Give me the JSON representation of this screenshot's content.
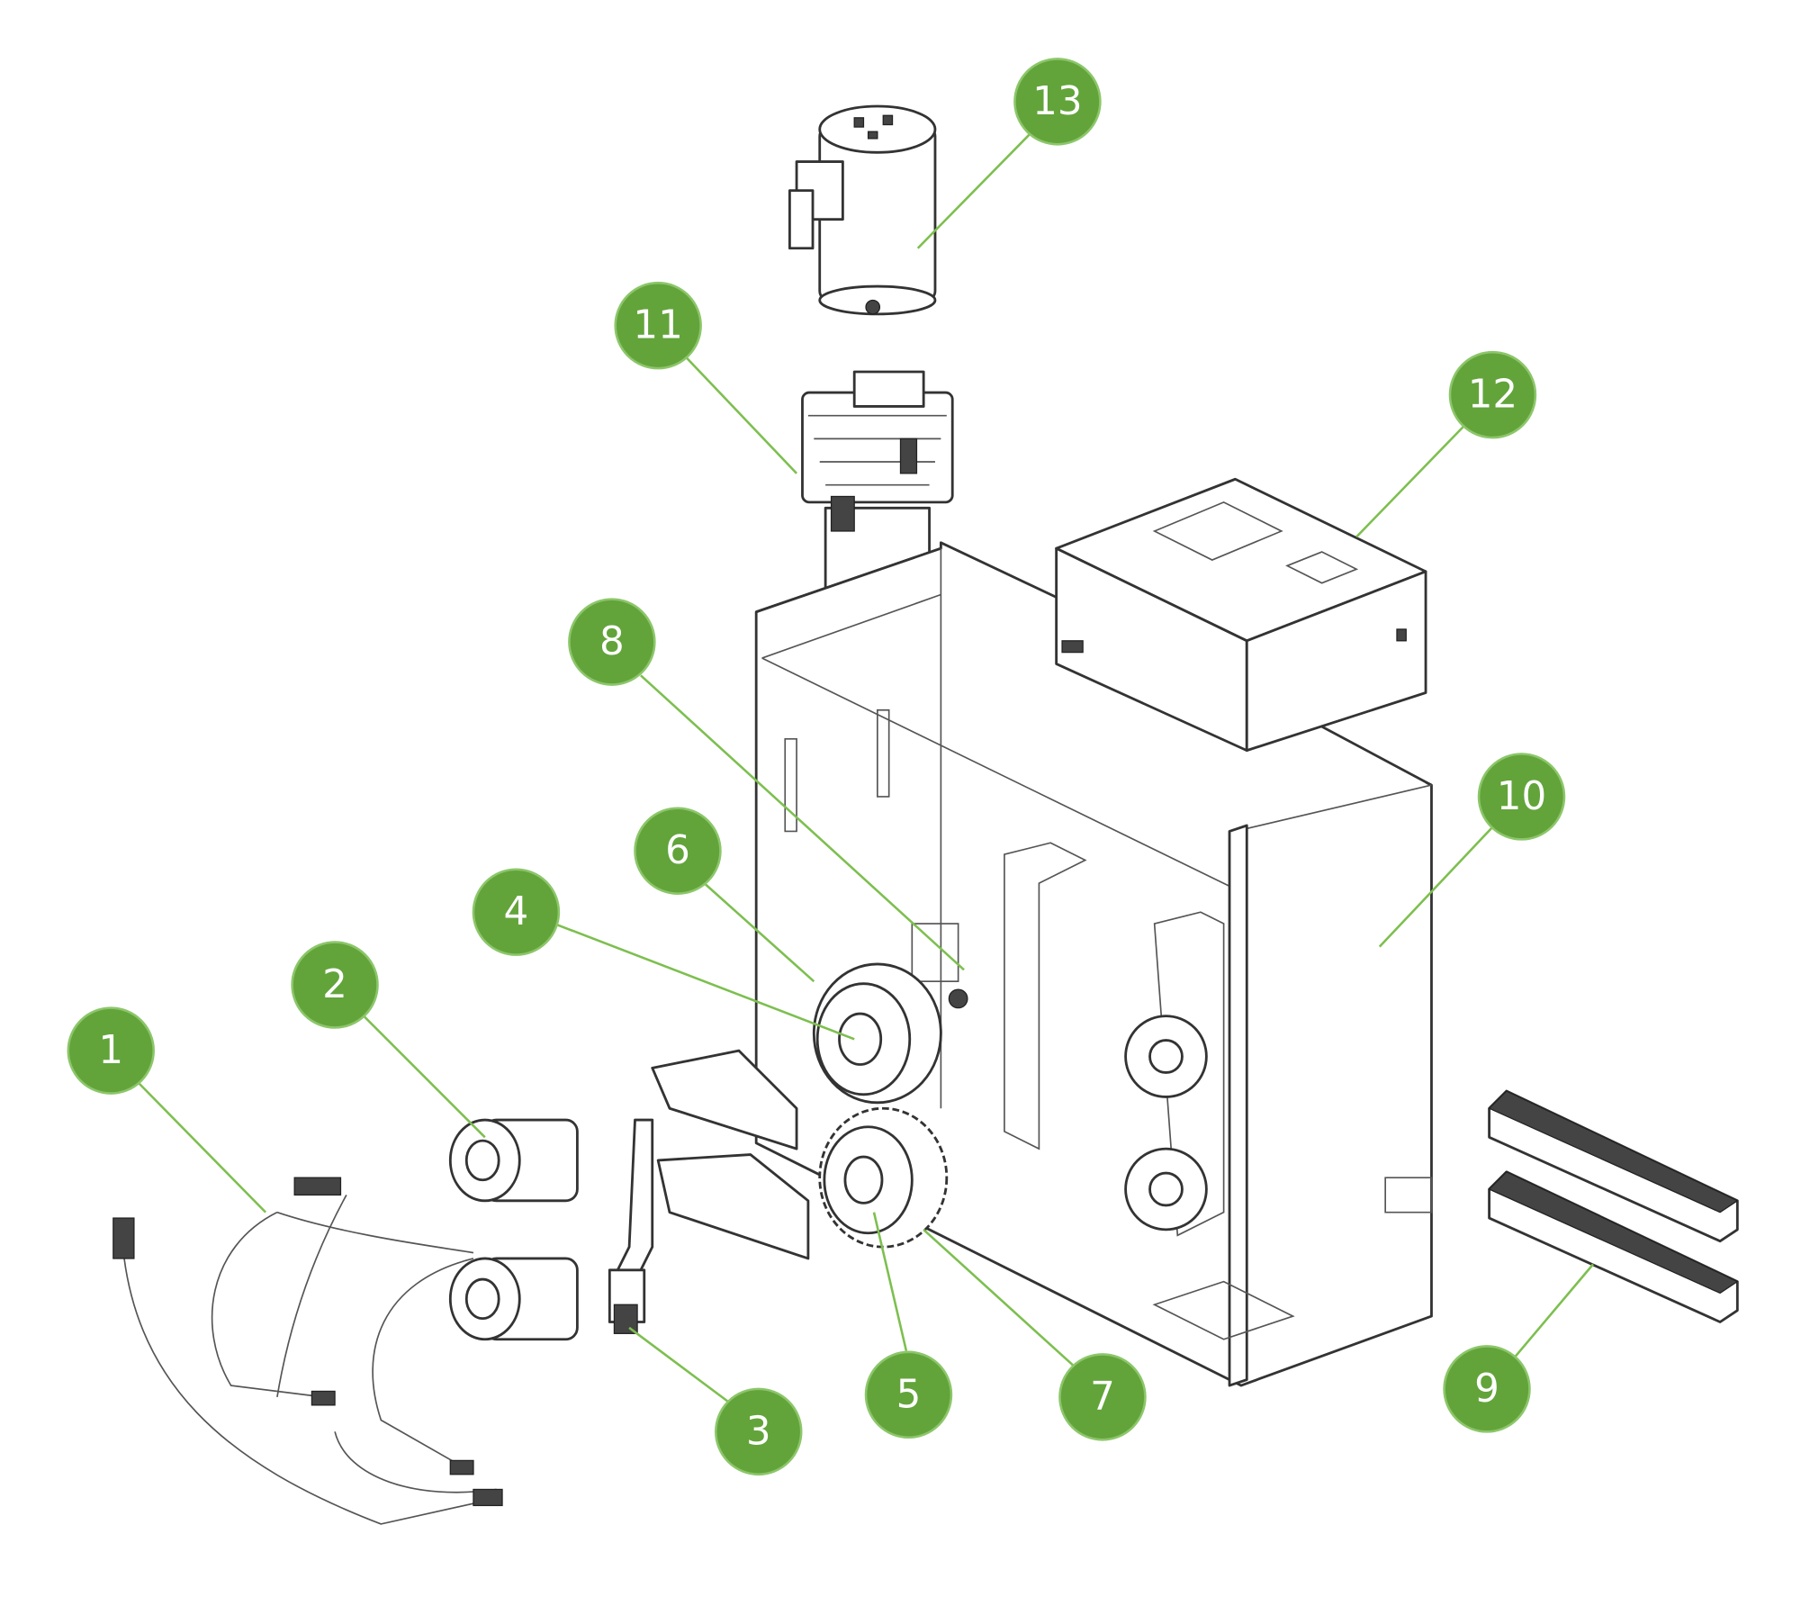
{
  "diagram": {
    "type": "exploded-parts-view",
    "accent_color": "#62a43a",
    "callouts": [
      {
        "label": "1"
      },
      {
        "label": "2"
      },
      {
        "label": "3"
      },
      {
        "label": "4"
      },
      {
        "label": "5"
      },
      {
        "label": "6"
      },
      {
        "label": "7"
      },
      {
        "label": "8"
      },
      {
        "label": "9"
      },
      {
        "label": "10"
      },
      {
        "label": "11"
      },
      {
        "label": "12"
      },
      {
        "label": "13"
      }
    ]
  }
}
